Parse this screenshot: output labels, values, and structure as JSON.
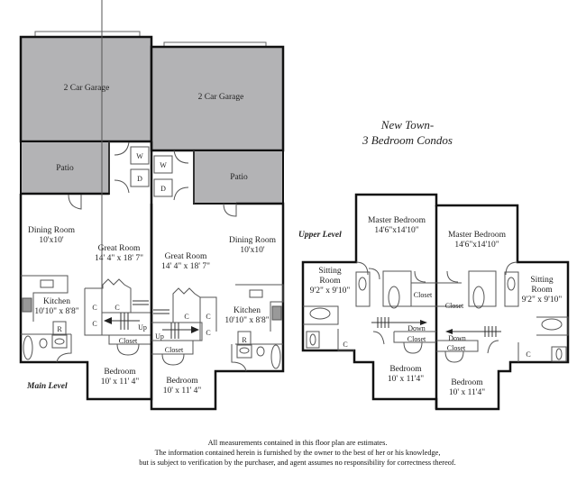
{
  "title": {
    "line1": "New Town-",
    "line2": "3 Bedroom Condos"
  },
  "levels": {
    "main": "Main Level",
    "upper": "Upper Level"
  },
  "main_level": {
    "left_unit": {
      "garage": "2 Car Garage",
      "patio": "Patio",
      "washer": "W",
      "dryer": "D",
      "dining": {
        "name": "Dining Room",
        "size": "10'x10'"
      },
      "great_room": {
        "name": "Great Room",
        "size": "14' 4\" x 18' 7\""
      },
      "kitchen": {
        "name": "Kitchen",
        "size": "10'10\" x 8'8\""
      },
      "fridge": "R",
      "closet_c": "C",
      "stairs": "Up",
      "closet": "Closet",
      "bedroom": {
        "name": "Bedroom",
        "size": "10' x 11' 4\""
      }
    },
    "right_unit": {
      "garage": "2 Car Garage",
      "patio": "Patio",
      "washer": "W",
      "dryer": "D",
      "dining": {
        "name": "Dining Room",
        "size": "10'x10'"
      },
      "great_room": {
        "name": "Great Room",
        "size": "14' 4\" x 18' 7\""
      },
      "kitchen": {
        "name": "Kitchen",
        "size": "10'10\" x 8'8\""
      },
      "fridge": "R",
      "closet_c": "C",
      "stairs": "Up",
      "closet": "Closet",
      "bedroom": {
        "name": "Bedroom",
        "size": "10' x 11' 4\""
      }
    }
  },
  "upper_level": {
    "left_unit": {
      "master": {
        "name": "Master Bedroom",
        "size": "14'6\"x14'10\""
      },
      "sitting": {
        "name1": "Sitting",
        "name2": "Room",
        "size": "9'2\" x 9'10\""
      },
      "closet1": "Closet",
      "closet2": "Closet",
      "closet_c": "C",
      "stairs": "Down",
      "bedroom": {
        "name": "Bedroom",
        "size": "10' x 11'4\""
      }
    },
    "right_unit": {
      "master": {
        "name": "Master Bedroom",
        "size": "14'6\"x14'10\""
      },
      "sitting": {
        "name1": "Sitting",
        "name2": "Room",
        "size": "9'2\" x 9'10\""
      },
      "closet1": "Closet",
      "closet2": "Closet",
      "closet_c": "C",
      "stairs": "Down",
      "bedroom": {
        "name": "Bedroom",
        "size": "10' x 11'4\""
      }
    }
  },
  "disclaimer": {
    "line1": "All measurements contained in this floor plan are estimates.",
    "line2": "The information contained herein is furnished by the owner to the best of her or his knowledge,",
    "line3": "but is subject to verification by the purchaser, and agent assumes no responsibility for correctness thereof."
  },
  "colors": {
    "garage_fill": "#b3b3b5",
    "wall": "#111111",
    "thin_line": "#555555",
    "background": "#ffffff"
  }
}
